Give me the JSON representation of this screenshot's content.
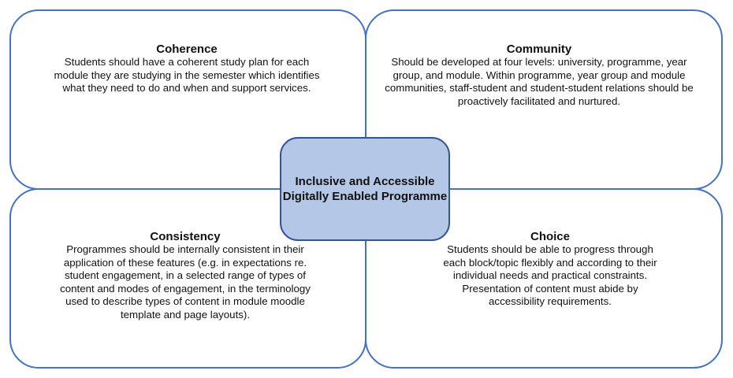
{
  "colors": {
    "outline": "#4472c4",
    "center_fill": "#b4c7e7",
    "center_border": "#2f5597"
  },
  "center": {
    "title": "Inclusive and Accessible Digitally Enabled Programme"
  },
  "quadrants": [
    {
      "title": "Coherence",
      "body": "Students should have a coherent study plan for each module they are studying in the semester which identifies what they need to do and when and support services."
    },
    {
      "title": "Community",
      "body": "Should be developed at four levels: university, programme, year group, and module.  Within programme, year group and module communities, staff-student and student-student relations should be proactively facilitated and nurtured."
    },
    {
      "title": "Consistency",
      "body": "Programmes should be internally consistent in their application of these features (e.g. in expectations re. student engagement, in a selected range of types of content and modes of engagement, in the terminology used to describe types of content in module moodle template and page layouts)."
    },
    {
      "title": "Choice",
      "body": "Students should be able to progress through each block/topic flexibly and according to their individual needs and practical constraints.  Presentation of content must abide by accessibility requirements."
    }
  ]
}
